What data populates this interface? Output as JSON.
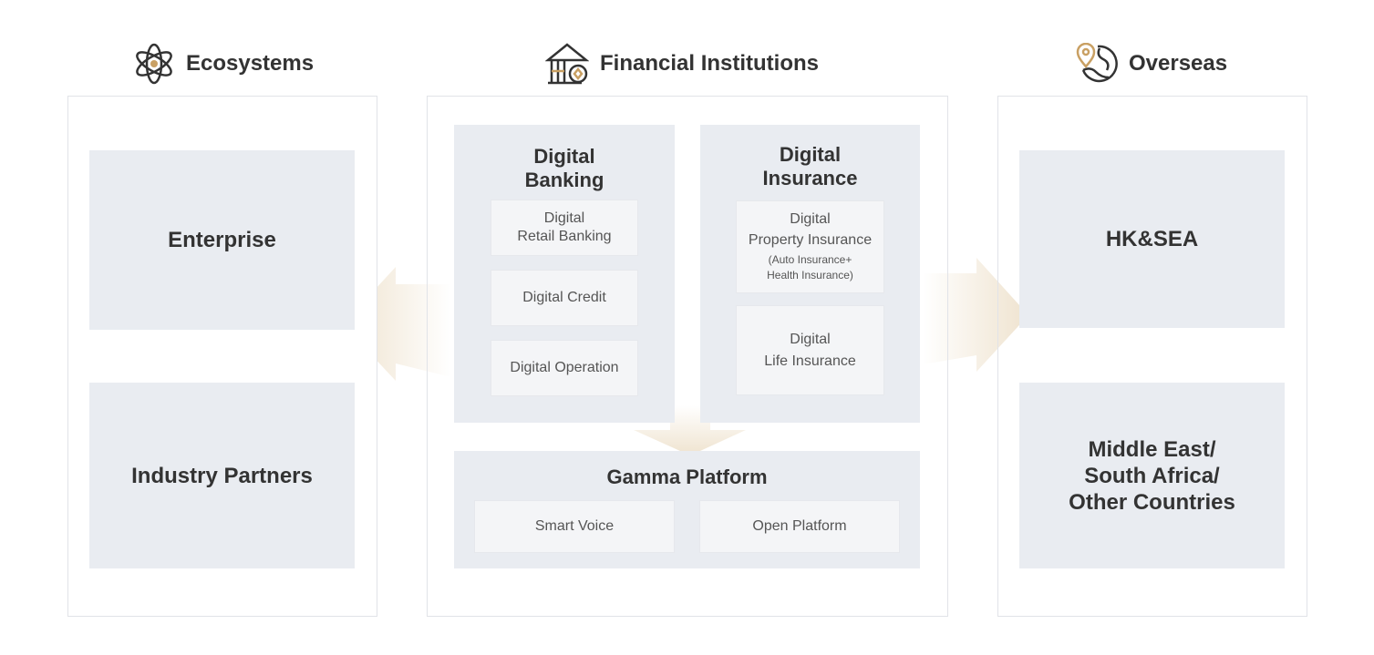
{
  "colors": {
    "accent": "#c9a063",
    "box": "#e9ecf1",
    "card": "#f4f5f7",
    "arrow": "#efe3cf"
  },
  "ecosystems": {
    "icon": "atom-icon",
    "title": "Ecosystems",
    "items": [
      "Enterprise",
      "Industry Partners"
    ]
  },
  "financial": {
    "icon": "bank-icon",
    "title": "Financial Institutions",
    "banking": {
      "title_1": "Digital",
      "title_2": "Banking",
      "items": [
        {
          "l1": "Digital",
          "l2": "Retail Banking"
        },
        {
          "l1": "Digital Credit"
        },
        {
          "l1": "Digital Operation"
        }
      ]
    },
    "insurance": {
      "title_1": "Digital",
      "title_2": "Insurance",
      "items": [
        {
          "l1": "Digital",
          "l2": "Property Insurance",
          "s1": "(Auto Insurance+",
          "s2": "Health Insurance)"
        },
        {
          "l1": "Digital",
          "l2": "Life Insurance"
        }
      ]
    },
    "gamma": {
      "title": "Gamma Platform",
      "items": [
        "Smart Voice",
        "Open Platform"
      ]
    }
  },
  "overseas": {
    "icon": "globe-pin-icon",
    "title": "Overseas",
    "items": [
      "HK&SEA"
    ],
    "region": {
      "l1": "Middle East/",
      "l2": "South Africa/",
      "l3": "Other Countries"
    }
  }
}
